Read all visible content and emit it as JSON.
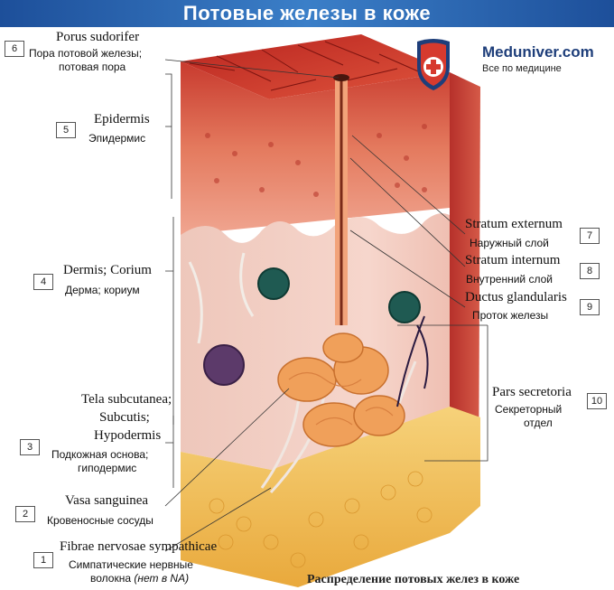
{
  "title": "Потовые железы в коже",
  "logo": {
    "name": "Meduniver.com",
    "tagline": "Все по медицине"
  },
  "caption": "Распределение потовых желез в коже",
  "labels": {
    "l6": {
      "num": "6",
      "latin": "Porus sudorifer",
      "ru1": "Пора потовой железы;",
      "ru2": "потовая пора"
    },
    "l5": {
      "num": "5",
      "latin": "Epidermis",
      "ru1": "Эпидермис"
    },
    "l4": {
      "num": "4",
      "latin": "Dermis; Corium",
      "ru1": "Дерма; кориум"
    },
    "l3": {
      "num": "3",
      "latin1": "Tela subcutanea;",
      "latin2": "Subcutis;",
      "latin3": "Hypodermis",
      "ru1": "Подкожная основа;",
      "ru2": "гиподермис"
    },
    "l2": {
      "num": "2",
      "latin": "Vasa sanguinea",
      "ru1": "Кровеносные сосуды"
    },
    "l1": {
      "num": "1",
      "latin": "Fibrae nervosae sympathicae",
      "ru1": "Симпатические нервные",
      "ru2": "волокна",
      "ru2_note": "(нет в NA)"
    },
    "l7": {
      "num": "7",
      "latin": "Stratum externum",
      "ru1": "Наружный слой"
    },
    "l8": {
      "num": "8",
      "latin": "Stratum internum",
      "ru1": "Внутренний слой"
    },
    "l9": {
      "num": "9",
      "latin": "Ductus glandularis",
      "ru1": "Проток железы"
    },
    "l10": {
      "num": "10",
      "latin": "Pars secretoria",
      "ru1": "Секреторный",
      "ru2": "отдел"
    }
  },
  "colors": {
    "banner": "#2a63b0",
    "epidermis": "#c8372e",
    "dermis": "#f2c0b5",
    "subcutis": "#f0c15a",
    "gland": "#f0a05a",
    "logo_red": "#d63a2e",
    "logo_blue": "#1e3e7a"
  }
}
